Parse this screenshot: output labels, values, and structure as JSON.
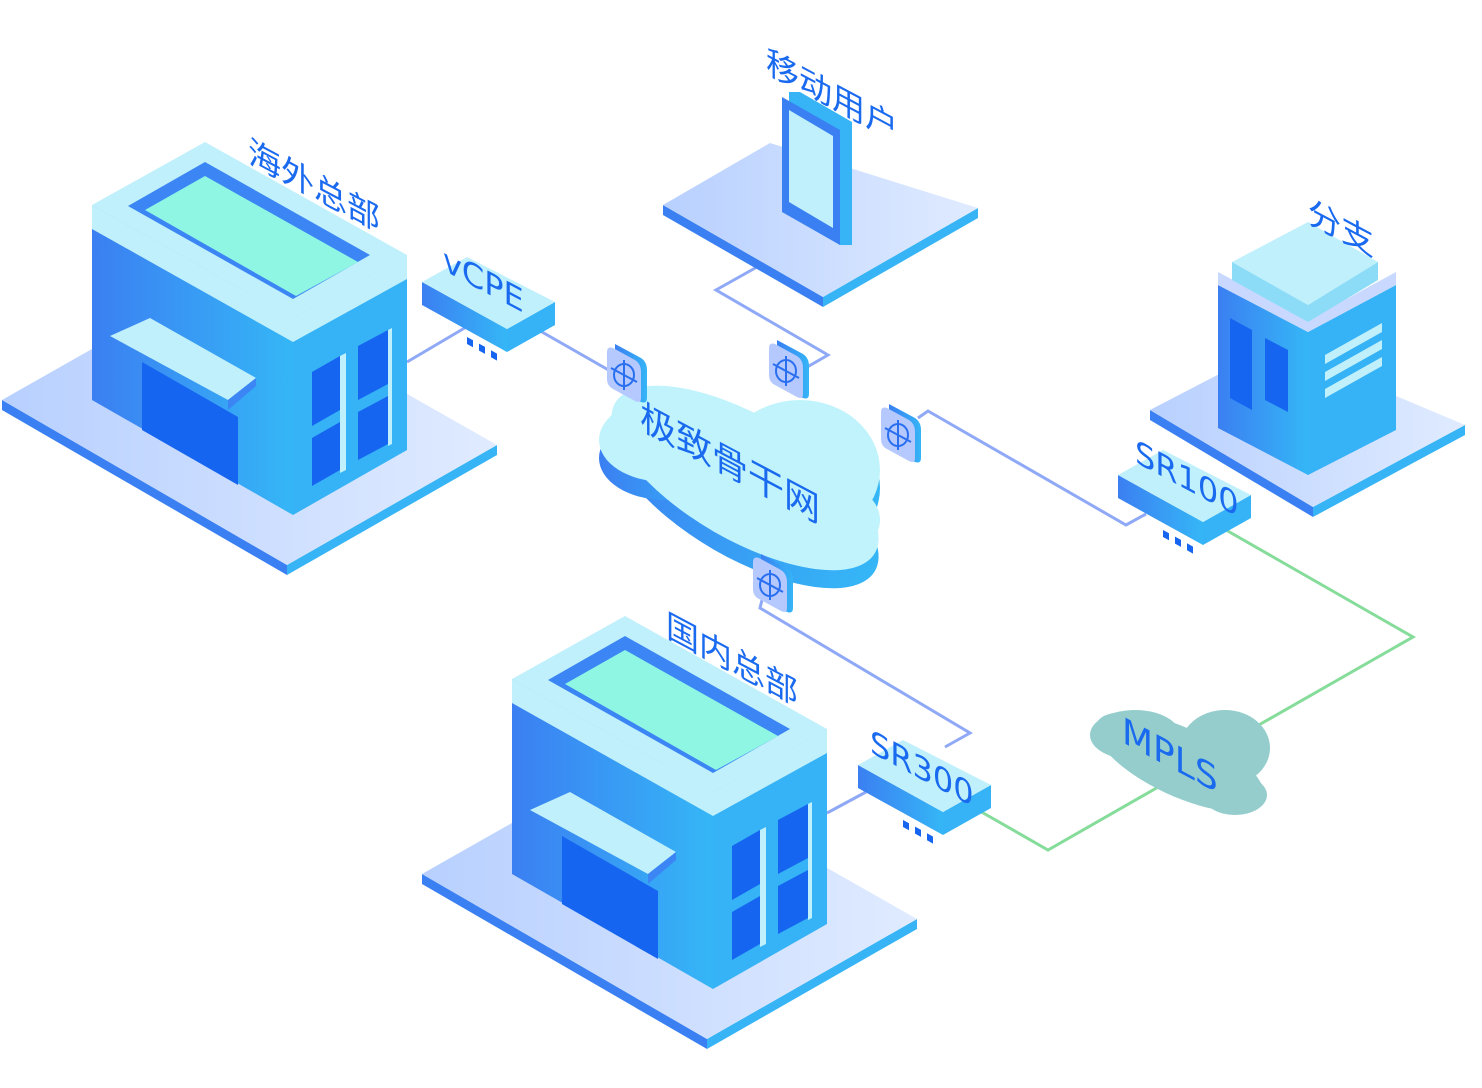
{
  "labels": {
    "overseas_hq": "海外总部",
    "vcpe": "vCPE",
    "mobile_users": "移动用户",
    "branch": "分支",
    "backbone": "极致骨干网",
    "sr100": "SR100",
    "mpls": "MPLS",
    "domestic_hq": "国内总部",
    "sr300": "SR300"
  },
  "colors": {
    "link_backbone": "#8fa9f7",
    "link_mpls": "#86dc9a",
    "accent": "#1a6af0",
    "mpls_cloud": "#95cdcd"
  }
}
